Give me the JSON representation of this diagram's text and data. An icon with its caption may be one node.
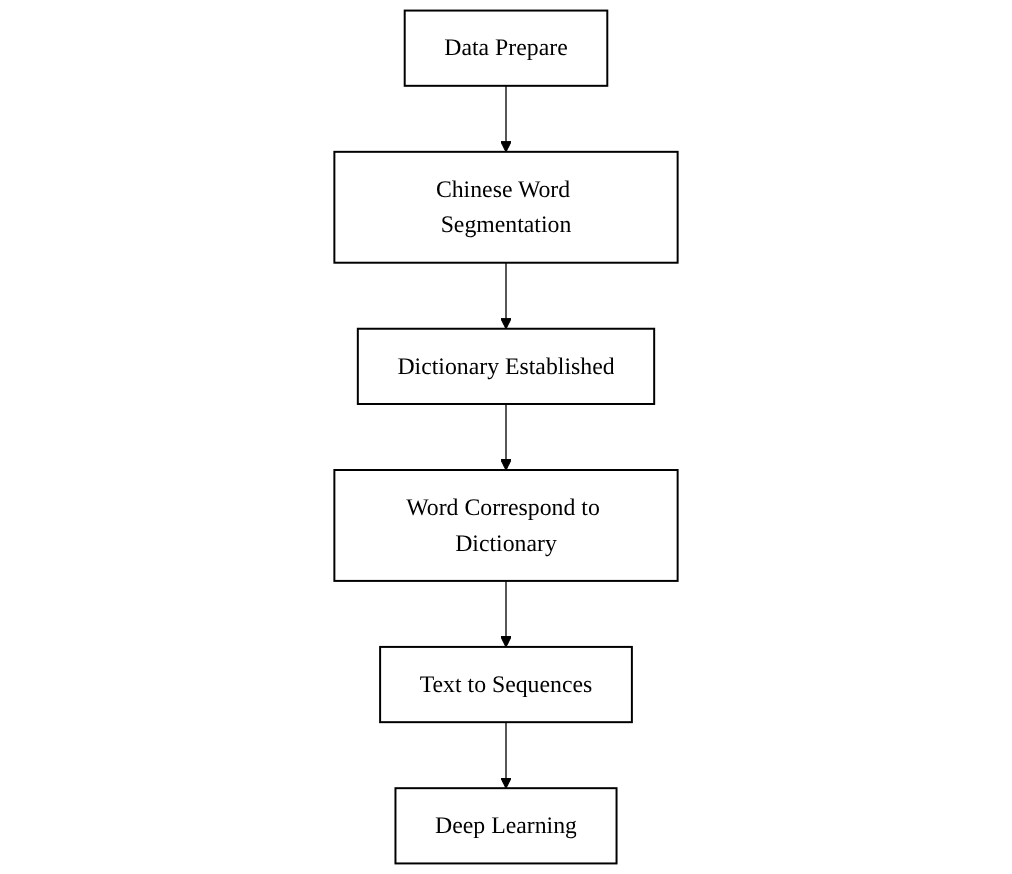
{
  "diagram": {
    "nodes": [
      {
        "text": [
          "Data Prepare"
        ]
      },
      {
        "text": [
          "Chinese Word Segmentation"
        ]
      },
      {
        "text": [
          "Dictionary Established"
        ]
      },
      {
        "text": [
          "Word Correspond to Dictionary"
        ]
      },
      {
        "text": [
          "Text to Sequences"
        ]
      },
      {
        "text": [
          "Deep Learning"
        ]
      }
    ],
    "edges": [
      {
        "from": 0,
        "to": 1,
        "arrow": "to"
      },
      {
        "from": 1,
        "to": 2,
        "arrow": "to"
      },
      {
        "from": 2,
        "to": 3,
        "arrow": "to"
      },
      {
        "from": 3,
        "to": 4,
        "arrow": "to"
      },
      {
        "from": 4,
        "to": 5,
        "arrow": "to"
      }
    ]
  }
}
